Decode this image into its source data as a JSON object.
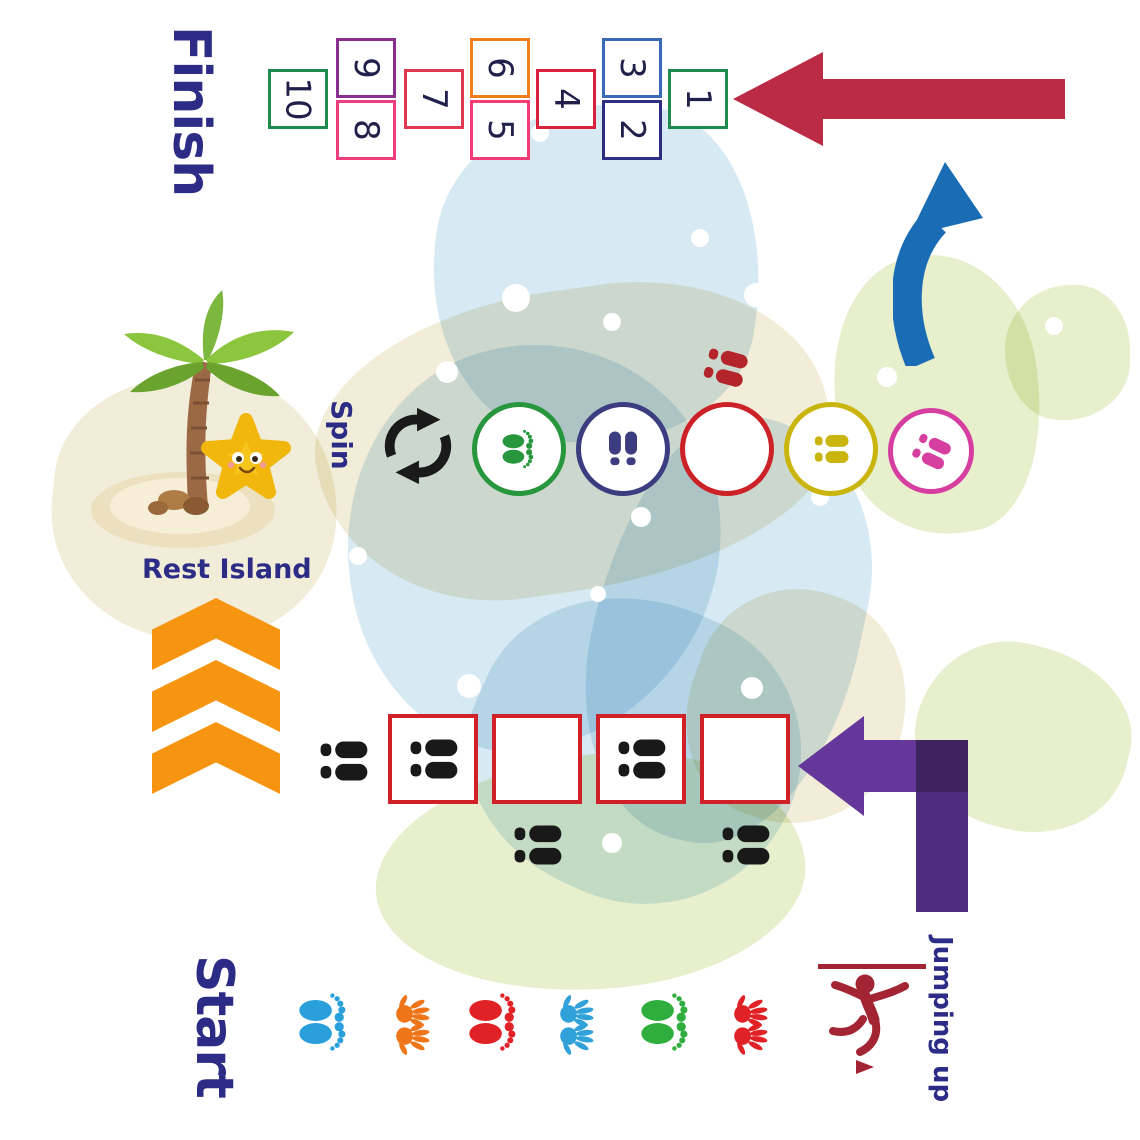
{
  "labels": {
    "finish": "Finish",
    "start": "Start",
    "spin": "Spin",
    "rest_island": "Rest Island",
    "jumping_up": "Jumping up"
  },
  "colors": {
    "label_text": "#2c2c86",
    "number_text": "#20204a",
    "red_arrow": "#bc2b45",
    "blue_arrow": "#1a6cb4",
    "purple_mid": "#66379a",
    "purple_dark": "#4f2c7d",
    "purple_overlap": "#3f2260",
    "chevrons": "#f79410",
    "square_border": "#d02028",
    "black_print": "#191919",
    "jumping_figure": "#a32533",
    "spin_icon": "#1a1a1a",
    "bg_beige": "#f2edd9",
    "bg_blue": "#d7e9f3",
    "bg_green": "#e7efcd"
  },
  "icons": [
    "finish-arrow-icon",
    "up-arrow-icon",
    "turn-arrow-icon",
    "spin-arrows-icon",
    "chevron-arrows-icon",
    "palm-tree-icon",
    "starfish-icon",
    "footprints-icon",
    "handprints-icon",
    "shoeprints-icon",
    "jumping-figure-icon",
    "direction-arrow-icon"
  ],
  "hopscotch": [
    {
      "num": "10",
      "border": "#1f8a4d",
      "col": 0,
      "row": "mid"
    },
    {
      "num": "9",
      "border": "#8a2f8f",
      "col": 1,
      "row": "top"
    },
    {
      "num": "8",
      "border": "#ee3e7e",
      "col": 1,
      "row": "bottom"
    },
    {
      "num": "7",
      "border": "#e03a52",
      "col": 2,
      "row": "mid"
    },
    {
      "num": "6",
      "border": "#f07f1a",
      "col": 3,
      "row": "top"
    },
    {
      "num": "5",
      "border": "#f23b74",
      "col": 3,
      "row": "bottom"
    },
    {
      "num": "4",
      "border": "#d9213c",
      "col": 4,
      "row": "mid"
    },
    {
      "num": "3",
      "border": "#3a69b8",
      "col": 5,
      "row": "top"
    },
    {
      "num": "2",
      "border": "#2b2e83",
      "col": 5,
      "row": "bottom"
    },
    {
      "num": "1",
      "border": "#1f8a4d",
      "col": 6,
      "row": "mid"
    }
  ],
  "spin_circles": [
    {
      "ring": "#28963c",
      "print": "feet",
      "print_color": "#28963c",
      "angle": 90
    },
    {
      "ring": "#3c3c80",
      "print": "shoes",
      "print_color": "#3c3c80",
      "angle": 0
    },
    {
      "ring": "#cc2127",
      "print": "none",
      "print_color": "",
      "angle": 0
    },
    {
      "ring": "#c9b50e",
      "print": "shoes",
      "print_color": "#c9b50e",
      "angle": 90
    },
    {
      "ring": "#d63fa0",
      "print": "shoes",
      "print_color": "#d63fa0",
      "angle": 115
    }
  ],
  "red_steps": {
    "print": "shoes",
    "color": "#b3252b",
    "angle": 105
  },
  "jump_row": {
    "square_count": 4,
    "pairs_in_squares": [
      1,
      3
    ],
    "pairs_outside": [
      "left-of-1",
      "below-2",
      "below-4"
    ]
  },
  "start_path": [
    {
      "type": "feet",
      "color": "#29a0dc"
    },
    {
      "type": "hands",
      "color": "#ee7518"
    },
    {
      "type": "feet",
      "color": "#e02227"
    },
    {
      "type": "hands",
      "color": "#30a2d9"
    },
    {
      "type": "feet",
      "color": "#2fae3e"
    },
    {
      "type": "hands",
      "color": "#e02227"
    }
  ]
}
